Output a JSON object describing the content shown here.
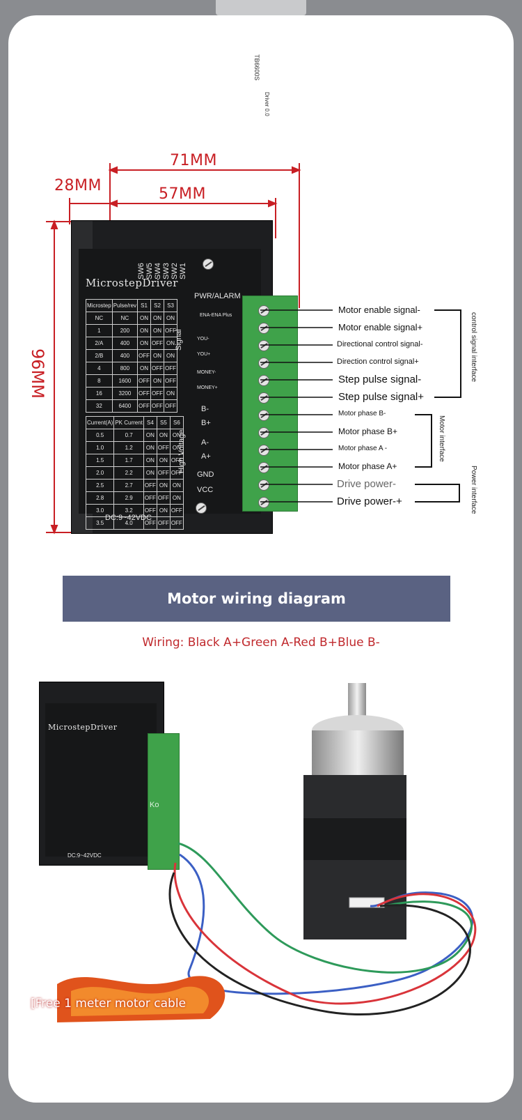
{
  "header": {
    "model": "TB6600S",
    "version": "Driver 0.0"
  },
  "dimensions": {
    "width_overall": "71MM",
    "depth": "28MM",
    "width_body": "57MM",
    "height": "96MM"
  },
  "driver": {
    "brand": "MicrostepDriver",
    "switch_labels": [
      "SW6",
      "SW5",
      "SW4",
      "SW3",
      "SW2",
      "SW1"
    ],
    "pwr_alarm": "PWR/ALARM",
    "ena_label": "ENA-ENA Plus",
    "signal_group": "Signal",
    "high_voltage_group": "High Voltage",
    "terminal_silk": [
      "YOU-",
      "YOU+",
      "MONEY-",
      "MONEY+",
      "B-",
      "B+",
      "A-",
      "A+",
      "GND",
      "VCC"
    ],
    "voltage": "DC:9~42VDC",
    "microstep_table": {
      "headers": [
        "Microstep",
        "Pulse/rev",
        "S1",
        "S2",
        "S3"
      ],
      "rows": [
        [
          "NC",
          "NC",
          "ON",
          "ON",
          "ON"
        ],
        [
          "1",
          "200",
          "ON",
          "ON",
          "OFF"
        ],
        [
          "2/A",
          "400",
          "ON",
          "OFF",
          "ON"
        ],
        [
          "2/B",
          "400",
          "OFF",
          "ON",
          "ON"
        ],
        [
          "4",
          "800",
          "ON",
          "OFF",
          "OFF"
        ],
        [
          "8",
          "1600",
          "OFF",
          "ON",
          "OFF"
        ],
        [
          "16",
          "3200",
          "OFF",
          "OFF",
          "ON"
        ],
        [
          "32",
          "6400",
          "OFF",
          "OFF",
          "OFF"
        ]
      ]
    },
    "current_table": {
      "headers": [
        "Current(A)",
        "PK Current",
        "S4",
        "S5",
        "S6"
      ],
      "rows": [
        [
          "0.5",
          "0.7",
          "ON",
          "ON",
          "ON"
        ],
        [
          "1.0",
          "1.2",
          "ON",
          "OFF",
          "ON"
        ],
        [
          "1.5",
          "1.7",
          "ON",
          "ON",
          "OFF"
        ],
        [
          "2.0",
          "2.2",
          "ON",
          "OFF",
          "OFF"
        ],
        [
          "2.5",
          "2.7",
          "OFF",
          "ON",
          "ON"
        ],
        [
          "2.8",
          "2.9",
          "OFF",
          "OFF",
          "ON"
        ],
        [
          "3.0",
          "3.2",
          "OFF",
          "ON",
          "OFF"
        ],
        [
          "3.5",
          "4.0",
          "OFF",
          "OFF",
          "OFF"
        ]
      ]
    }
  },
  "pin_labels": [
    "Motor enable signal-",
    "Motor enable signal+",
    "Directional control signal-",
    "Direction control signal+",
    "Step pulse signal-",
    "Step pulse signal+",
    "Motor phase B-",
    "Motor phase B+",
    "Motor phase A -",
    "Motor phase A+",
    "Drive power-",
    "Drive power-+"
  ],
  "groups": {
    "control": "control signal interface",
    "motor": "Motor interface",
    "power": "Power interface"
  },
  "section": {
    "title": "Motor wiring diagram",
    "wiring_note": "Wiring: Black A+Green A-Red B+Blue B-",
    "promo": "[Free 1 meter motor cable"
  },
  "small_driver": {
    "brand": "MicrostepDriver",
    "voltage": "DC:9~42VDC",
    "ko": "Ko"
  },
  "colors": {
    "dimension_red": "#c81f24",
    "banner": "#5a6282",
    "terminal_green": "#3fa24a",
    "driver_black": "#1d1e20",
    "wire_red": "#d9343a",
    "wire_blue": "#3b5fc4",
    "wire_green": "#2e9a5a",
    "wire_black": "#222222"
  }
}
